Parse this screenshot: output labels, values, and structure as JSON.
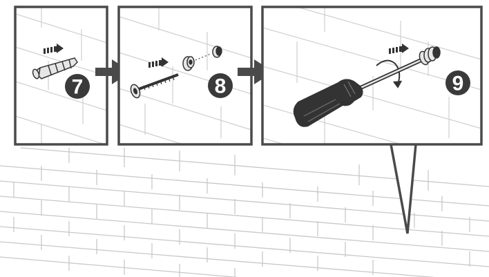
{
  "steps": [
    {
      "number": "7",
      "icon": "wall-anchor-icon"
    },
    {
      "number": "8",
      "icon": "screw-with-washer-icon"
    },
    {
      "number": "9",
      "icon": "screwdriver-icon"
    }
  ],
  "colors": {
    "frame": "#4a4a4a",
    "arrow": "#4a4a4a",
    "badge": "#3a3a3a",
    "brick_line": "#c8c8c8",
    "part_dark": "#333333",
    "part_light": "#e6e6e6"
  }
}
